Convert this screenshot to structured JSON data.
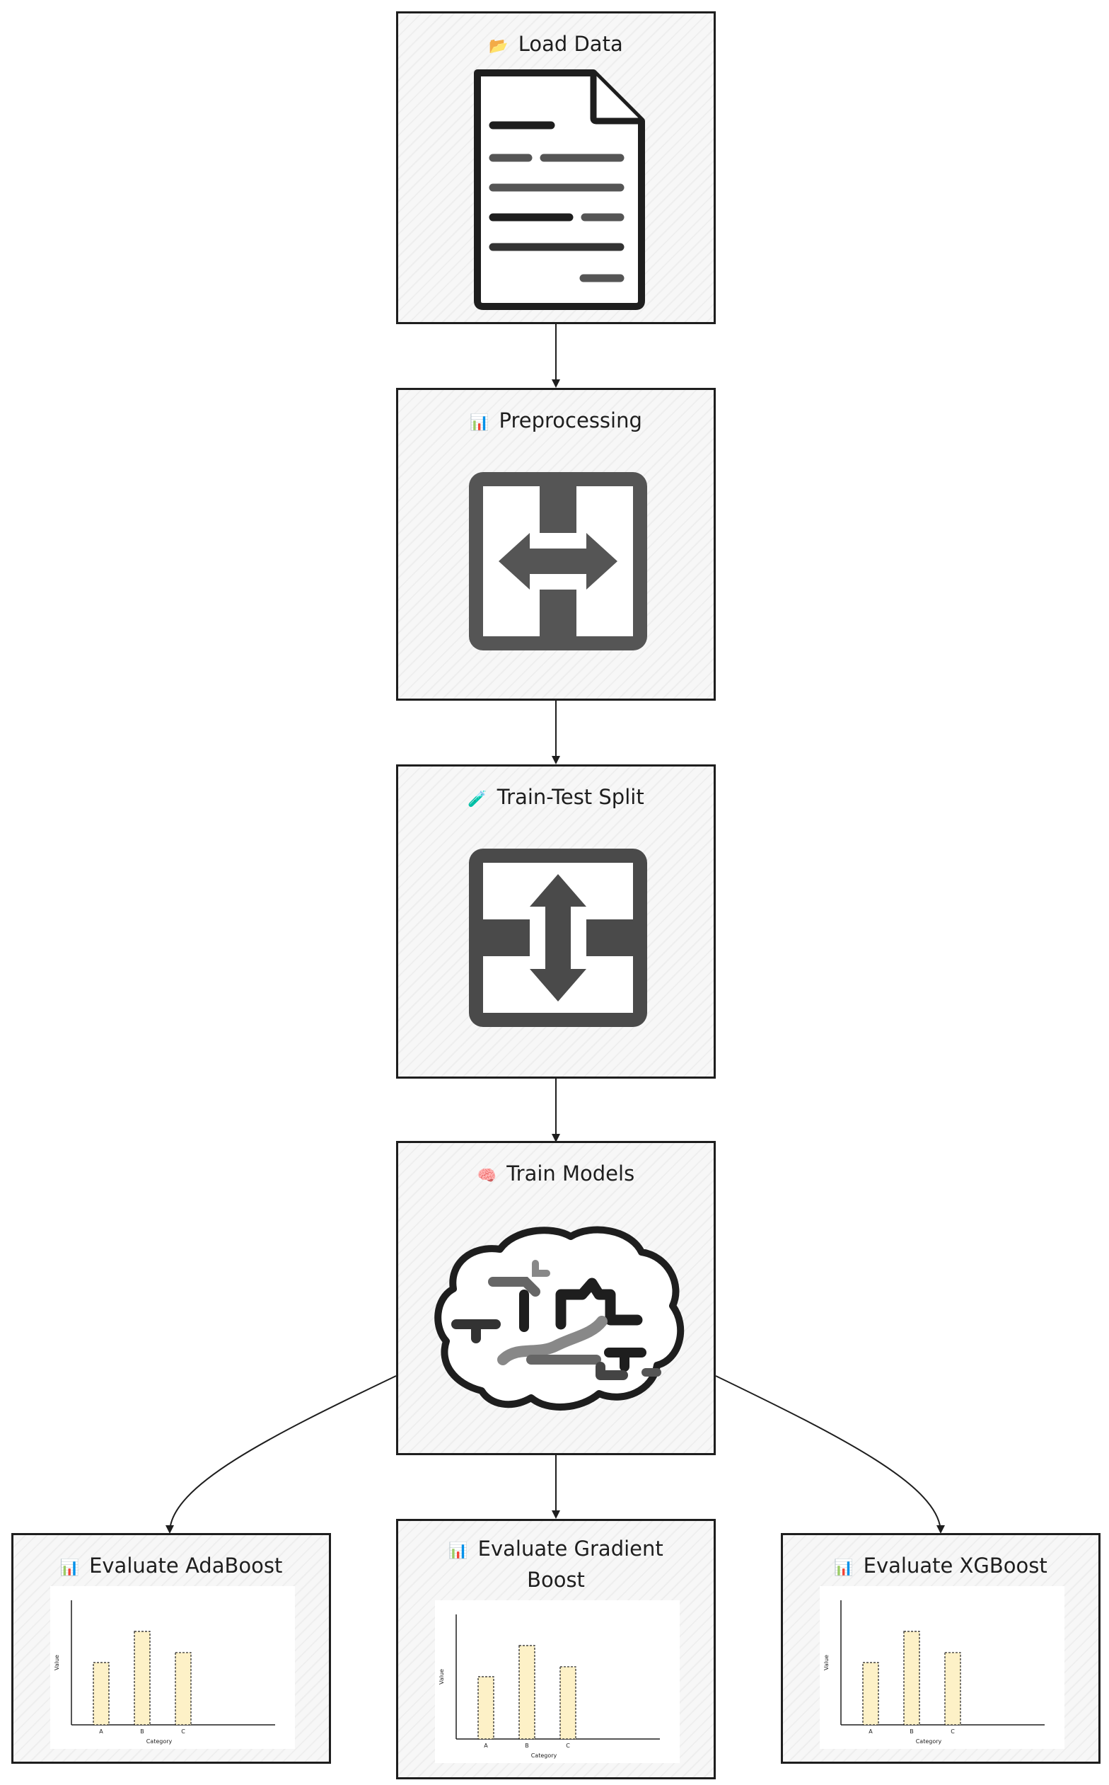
{
  "nodes": {
    "load_data": {
      "icon": "📂",
      "label": "Load Data"
    },
    "preprocessing": {
      "icon": "📊",
      "label": "Preprocessing"
    },
    "split": {
      "icon": "🧪",
      "label": "Train-Test Split"
    },
    "train": {
      "icon": "🧠",
      "label": "Train Models"
    },
    "eval_ada": {
      "icon": "📊",
      "label": "Evaluate AdaBoost"
    },
    "eval_gb": {
      "icon": "📊",
      "label_line1": "Evaluate Gradient",
      "label_line2": "Boost"
    },
    "eval_xgb": {
      "icon": "📊",
      "label": "Evaluate XGBoost"
    }
  },
  "chart_data": [
    {
      "type": "bar",
      "categories": [
        "A",
        "B",
        "C"
      ],
      "values": [
        50,
        75,
        58
      ],
      "xlabel": "Category",
      "ylabel": "Value"
    },
    {
      "type": "bar",
      "categories": [
        "A",
        "B",
        "C"
      ],
      "values": [
        50,
        75,
        58
      ],
      "xlabel": "Category",
      "ylabel": "Value"
    },
    {
      "type": "bar",
      "categories": [
        "A",
        "B",
        "C"
      ],
      "values": [
        50,
        75,
        58
      ],
      "xlabel": "Category",
      "ylabel": "Value"
    }
  ],
  "colors": {
    "stroke": "#1e1e1e",
    "bar_fill": "#fdf1c7",
    "node_fill": "#f7f7f7"
  }
}
